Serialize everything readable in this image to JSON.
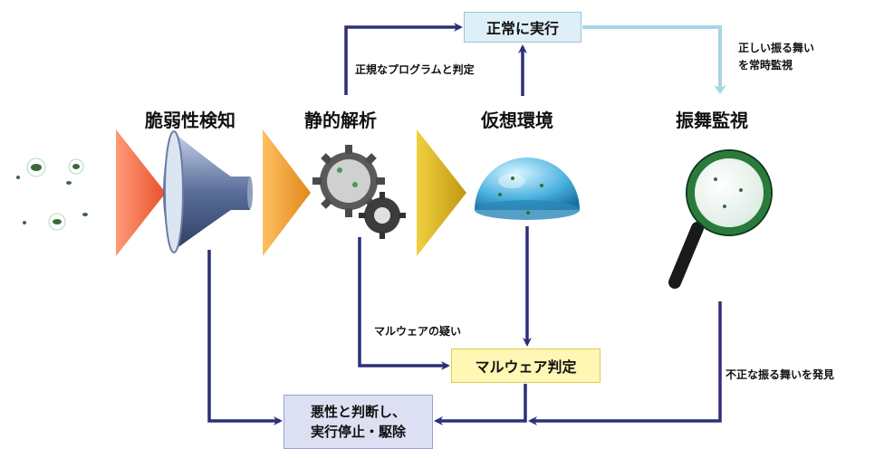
{
  "stages": {
    "vuln": "脆弱性検知",
    "static": "静的解析",
    "virtual": "仮想環境",
    "monitor": "振舞監視"
  },
  "boxes": {
    "run": "正常に実行",
    "malware": "マルウェア判定",
    "stop_line1": "悪性と判断し、",
    "stop_line2": "実行停止・駆除"
  },
  "labels": {
    "legit": "正規なプログラムと判定",
    "watch_line1": "正しい振る舞い",
    "watch_line2": "を常時監視",
    "suspect": "マルウェアの疑い",
    "found": "不正な振る舞いを発見"
  },
  "colors": {
    "flow_arrow": "#2d2f78",
    "light_arrow": "#a8d4e6",
    "tri1": "#f47a50",
    "tri2": "#f0a030",
    "tri3": "#d4b020"
  }
}
